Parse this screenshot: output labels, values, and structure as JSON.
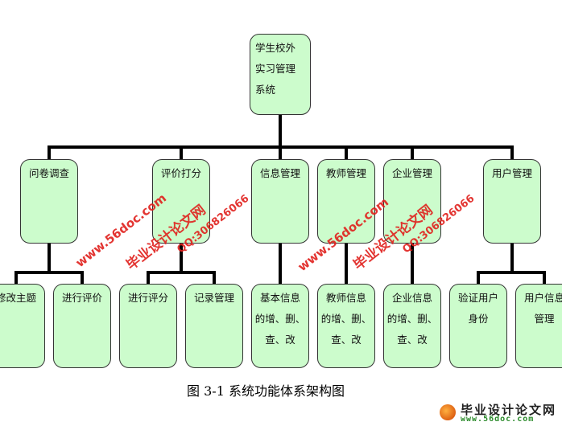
{
  "root": {
    "label_lines": [
      "学生校外",
      "实习管理",
      "系统"
    ]
  },
  "modules": [
    {
      "label": "问卷调查",
      "children": [
        [
          "修改主题"
        ],
        [
          "进行评价"
        ]
      ]
    },
    {
      "label": "评价打分",
      "children": [
        [
          "进行评分"
        ],
        [
          "记录管理"
        ]
      ]
    },
    {
      "label": "信息管理",
      "children": [
        [
          "基本信息",
          "的增、删、",
          "查、改"
        ]
      ]
    },
    {
      "label": "教师管理",
      "children": [
        [
          "教师信息",
          "的增、删、",
          "查、改"
        ]
      ]
    },
    {
      "label": "企业管理",
      "children": [
        [
          "企业信息",
          "的增、删、",
          "查、改"
        ]
      ]
    },
    {
      "label": "用户管理",
      "children": [
        [
          "验证用户",
          "身份"
        ],
        [
          "用户信息",
          "管理"
        ]
      ]
    }
  ],
  "caption": "图 3-1  系统功能体系架构图",
  "watermarks": {
    "site_name": "毕业设计论文网",
    "url": "www.56doc.com",
    "qq": "QQ:306826066"
  },
  "logo": {
    "name": "毕业设计论文网",
    "url": "www.56doc.com"
  }
}
